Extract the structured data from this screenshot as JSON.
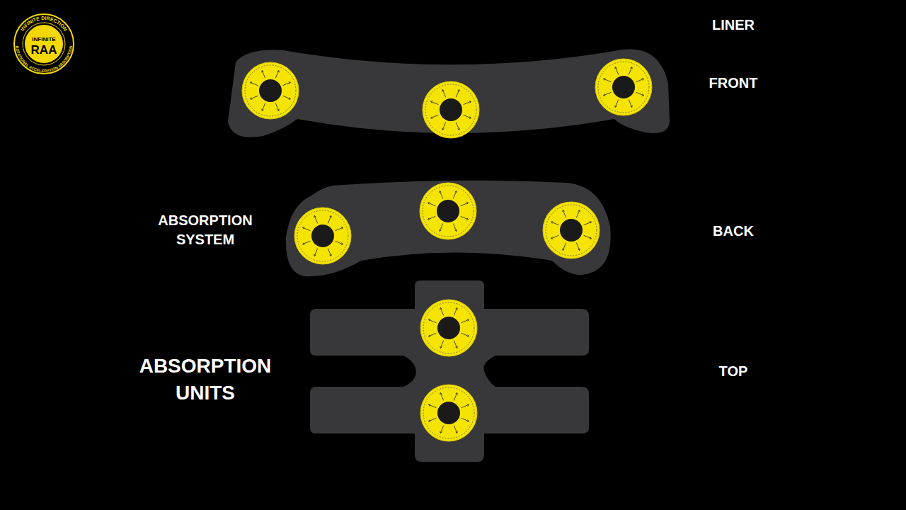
{
  "diagram": {
    "labels": [
      "INFINITE DIRECTION",
      "ROTATIONAL ACCELERATION ABSORPTION",
      "INFINITE",
      "RAA",
      "LINER",
      "FRONT",
      "ABSORPTION SYSTEM",
      "BACK",
      "ABSORPTION UNITS",
      "TOP"
    ]
  }
}
